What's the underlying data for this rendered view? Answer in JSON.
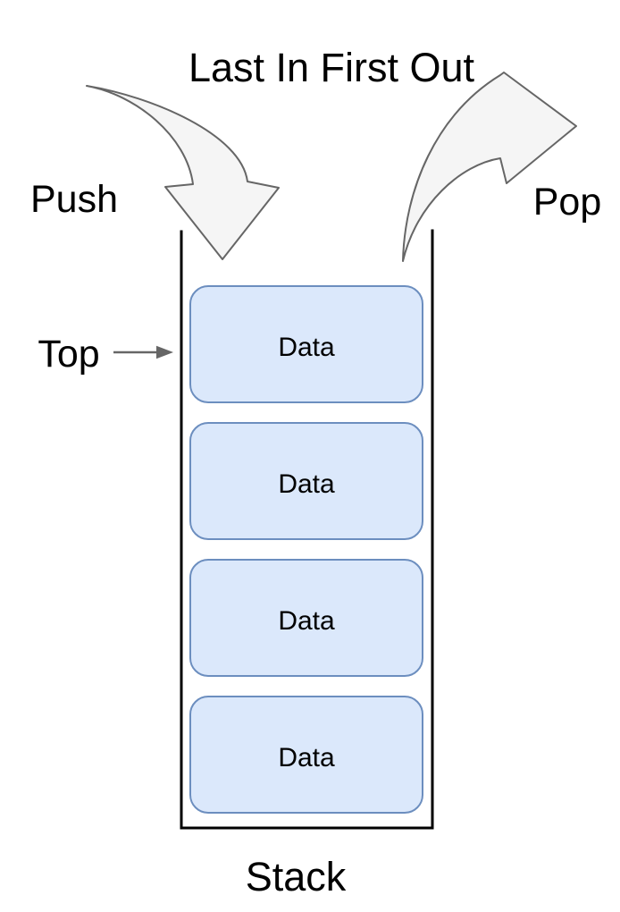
{
  "diagram": {
    "title": "Last In First Out",
    "push_label": "Push",
    "pop_label": "Pop",
    "top_label": "Top",
    "stack_label": "Stack",
    "items": [
      {
        "label": "Data"
      },
      {
        "label": "Data"
      },
      {
        "label": "Data"
      },
      {
        "label": "Data"
      }
    ]
  },
  "colors": {
    "background": "#ffffff",
    "box_fill": "#dbe8fb",
    "box_stroke": "#6c8ebf",
    "arrow_fill": "#f5f5f5",
    "arrow_stroke": "#666666",
    "container_stroke": "#000000",
    "pointer_stroke": "#666666",
    "text": "#000000"
  }
}
